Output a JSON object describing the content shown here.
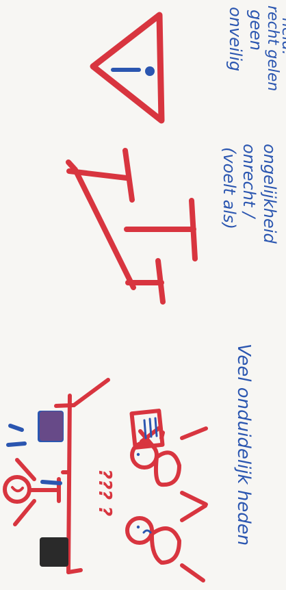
{
  "captions": {
    "warning": [
      "onveilig",
      "geen",
      "recht gelen",
      "heid."
    ],
    "scales": [
      "(voelt als)",
      "onrecht /",
      "ongelijkheid"
    ],
    "people": "Veel onduidelijk heden",
    "question_marks": "??? ?"
  },
  "colors": {
    "paper": "#f7f6f3",
    "red_marker": "#d8353f",
    "blue_marker": "#2b56b0",
    "dark_marker": "#2a2a2a"
  }
}
